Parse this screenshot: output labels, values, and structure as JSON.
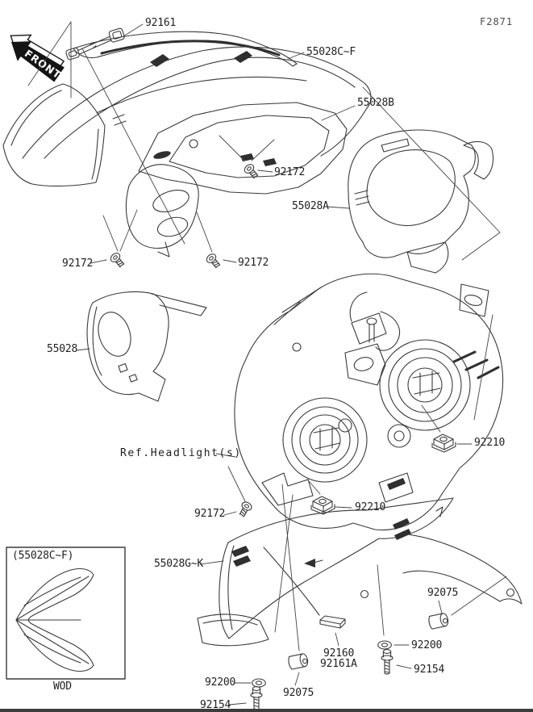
{
  "figure": {
    "code": "F2871",
    "front_label": "FRONT",
    "ref_label": "Ref.Headlight(s)",
    "inset_caption": "WOD"
  },
  "callouts": {
    "bracket_top": "92161",
    "trim": "55028C~F",
    "inner_cowl": "55028B",
    "screw_top": "92172",
    "cowl_right": "55028A",
    "screw_left": "92172",
    "screw_mid": "92172",
    "cowl_left": "55028",
    "nut_right": "92210",
    "screw_bottom": "92172",
    "nut_left": "92210",
    "cowl_lower": "55028G~K",
    "inset_part": "(55028C~F)",
    "damper_right": "92075",
    "washer_right": "92200",
    "bolt_right": "92154",
    "pad_a": "92160",
    "pad_b": "92161A",
    "damper_bottom": "92075",
    "washer_bottom": "92200",
    "bolt_bottom": "92154"
  },
  "colors": {
    "line": "#3a3a3a",
    "text": "#1f1f1f",
    "background": "#ffffff"
  }
}
